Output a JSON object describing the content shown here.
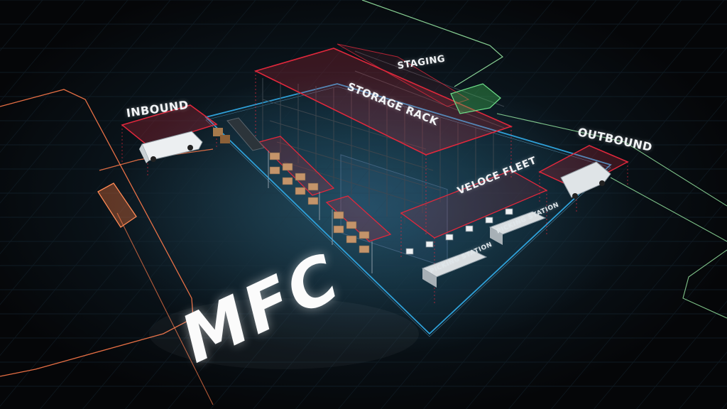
{
  "labels": {
    "inbound": "INBOUND",
    "staging": "STAGING",
    "storage_rack": "STORAGE RACK",
    "outbound": "OUTBOUND",
    "veloce_fleet": "VELOCE FLEET",
    "picking_station_1": "PICKING STATION",
    "picking_station_2": "PICKING STATION",
    "mfc": "MFC"
  },
  "colors": {
    "zone_red": "#e0283c",
    "floor_blue": "#2fa0d8",
    "inbound_route": "#ff7a4a",
    "outbound_route": "#9cf0a8",
    "background": "#050608"
  },
  "icons": [
    "van-icon",
    "car-icon",
    "robot-icon"
  ]
}
